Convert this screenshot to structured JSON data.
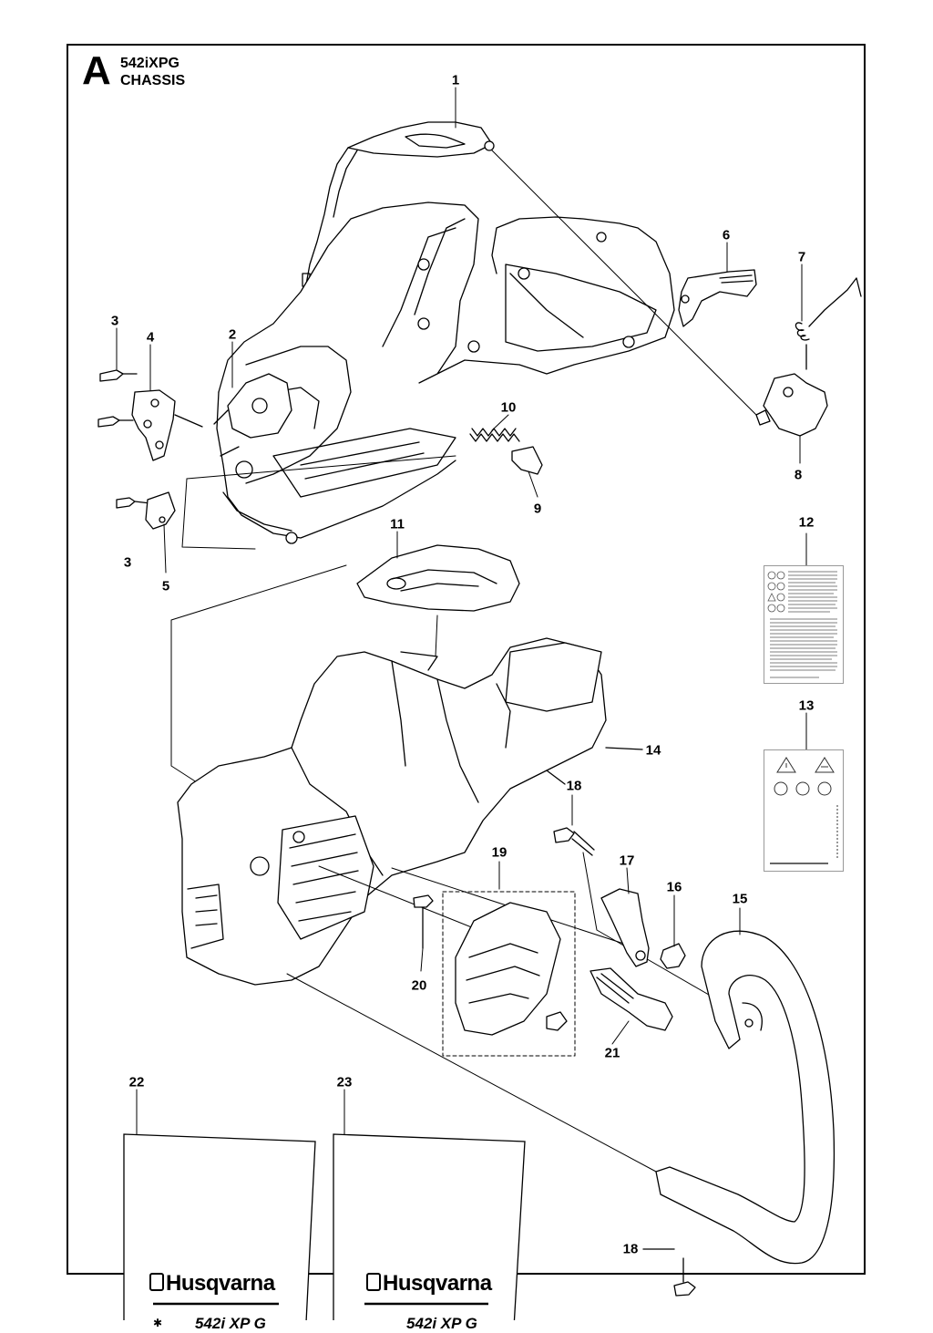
{
  "header": {
    "section_letter": "A",
    "model": "542iXPG",
    "section_name": "CHASSIS"
  },
  "callouts": [
    "1",
    "2",
    "3",
    "4",
    "5",
    "6",
    "7",
    "8",
    "9",
    "10",
    "11",
    "12",
    "13",
    "14",
    "15",
    "16",
    "17",
    "18",
    "19",
    "20",
    "21",
    "22",
    "23",
    "3",
    "18"
  ],
  "decals": {
    "decal_22": {
      "brand": "Husqvarna",
      "model": "542i XP G"
    },
    "decal_23": {
      "brand": "Husqvarna",
      "model": "542i XP G"
    }
  }
}
